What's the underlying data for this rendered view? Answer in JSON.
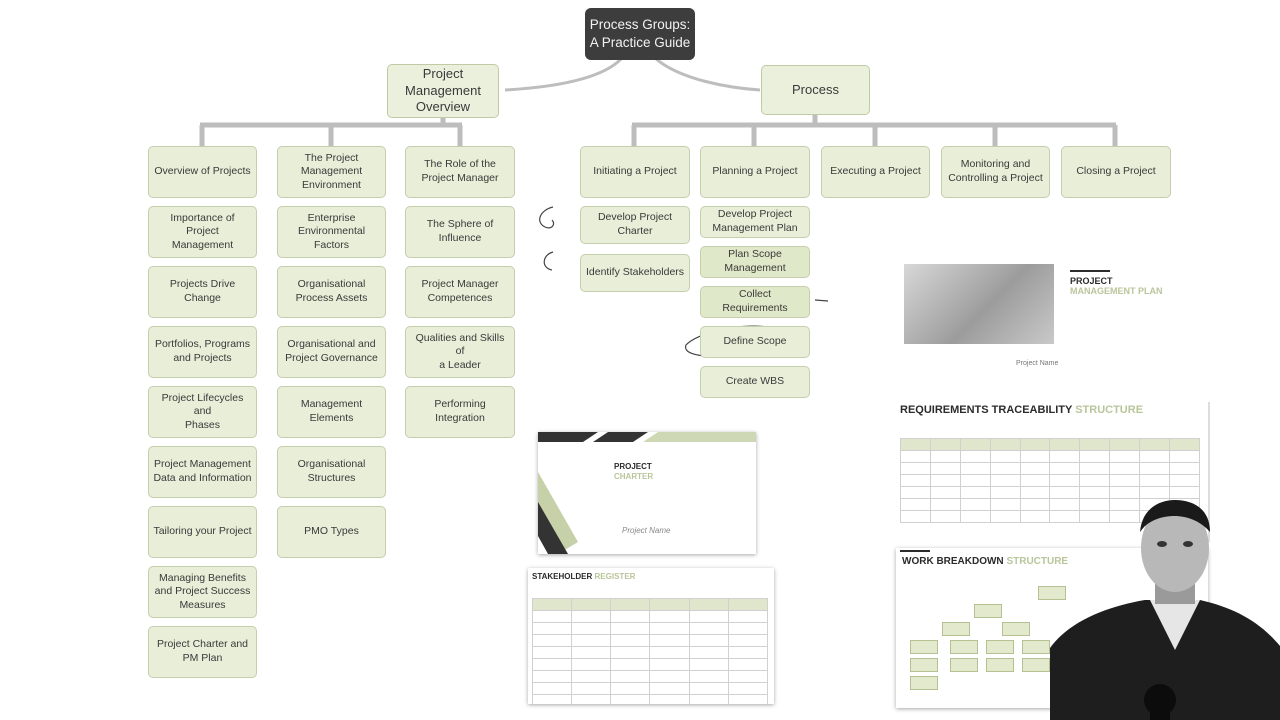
{
  "root": {
    "title": "Process Groups:\nA Practice Guide"
  },
  "overview": {
    "title": "Project\nManagement\nOverview",
    "columns": [
      {
        "header": "Overview of Projects",
        "items": [
          "Importance of Project\nManagement",
          "Projects Drive Change",
          "Portfolios, Programs\nand Projects",
          "Project Lifecycles and\nPhases",
          "Project Management\nData and Information",
          "Tailoring your Project",
          "Managing Benefits\nand Project Success\nMeasures",
          "Project Charter and\nPM Plan"
        ]
      },
      {
        "header": "The Project\nManagement\nEnvironment",
        "items": [
          "Enterprise\nEnvironmental\nFactors",
          "Organisational\nProcess Assets",
          "Organisational and\nProject Governance",
          "Management\nElements",
          "Organisational\nStructures",
          "PMO Types"
        ]
      },
      {
        "header": "The Role of the\nProject Manager",
        "items": [
          "The Sphere of\nInfluence",
          "Project Manager\nCompetences",
          "Qualities and Skills of\na Leader",
          "Performing\nIntegration"
        ]
      }
    ]
  },
  "process": {
    "title": "Process",
    "columns": [
      {
        "header": "Initiating a Project",
        "items": [
          "Develop Project\nCharter",
          "Identify Stakeholders"
        ]
      },
      {
        "header": "Planning a Project",
        "items": [
          "Develop Project\nManagement Plan",
          "Plan Scope\nManagement",
          "Collect Requirements",
          "Define Scope",
          "Create WBS"
        ]
      },
      {
        "header": "Executing a Project",
        "items": []
      },
      {
        "header": "Monitoring and\nControlling a Project",
        "items": []
      },
      {
        "header": "Closing a Project",
        "items": []
      }
    ]
  },
  "thumbnails": {
    "pm_plan": {
      "title_1": "PROJECT",
      "title_2": "MANAGEMENT PLAN",
      "caption": "Project Name"
    },
    "charter": {
      "title_1": "PROJECT",
      "title_2": "CHARTER",
      "caption": "Project Name"
    },
    "traceability": {
      "title_1": "REQUIREMENTS TRACEABILITY",
      "title_2": "STRUCTURE"
    },
    "stakeholder": {
      "title_1": "STAKEHOLDER",
      "title_2": "REGISTER"
    },
    "wbs": {
      "title_1": "WORK BREAKDOWN",
      "title_2": "STRUCTURE"
    }
  },
  "colors": {
    "node_fill": "#e8eed8",
    "node_border": "#c5cfad",
    "root_fill": "#3d3d3d",
    "connector": "#bfbfbf"
  }
}
